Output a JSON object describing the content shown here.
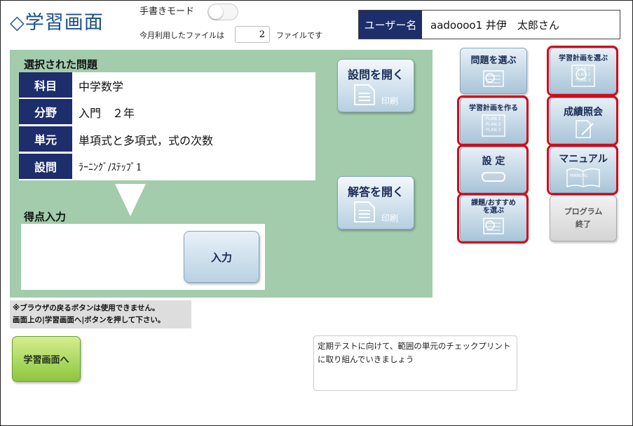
{
  "header": {
    "title": "◇学習画面",
    "handwriting_mode_label": "手書きモード",
    "files_prefix": "今月利用したファイルは",
    "files_count": "2",
    "files_suffix": "ファイルです",
    "user_label": "ユーザー名",
    "user_value": "aadoooo1 井伊　太郎さん"
  },
  "question": {
    "section_title": "選択された問題",
    "rows": [
      {
        "key": "科目",
        "value": "中学数学"
      },
      {
        "key": "分野",
        "value": "入門　２年"
      },
      {
        "key": "単元",
        "value": "単項式と多項式，式の次数"
      },
      {
        "key": "設問",
        "value": "ﾗｰﾆﾝｸﾞ/ｽﾃｯﾌﾟ1"
      }
    ],
    "open_question_label": "設問を開く",
    "open_answer_label": "解答を開く",
    "print_label": "印刷"
  },
  "score": {
    "section_title": "得点入力",
    "enter_label": "入力"
  },
  "notice": {
    "line1": "※ブラウザの戻るボタンは使用できません。",
    "line2": "画面上の|学習画面へ|ボタンを押して下さい。"
  },
  "back_button_label": "学習画面へ",
  "message": "定期テストに向けて、範囲の単元のチェックプリントに取り組んでいきましょう",
  "menu": {
    "select_problem": "問題を選ぶ",
    "select_plan": "学習計画を選ぶ",
    "make_plan": "学習計画を作る",
    "grades": "成績照会",
    "settings": "設 定",
    "manual": "マニュアル",
    "manual_icon_text": "MANUAL",
    "tasks_line1": "課題/おすすめ",
    "tasks_line2": "を選ぶ",
    "exit_line1": "プログラム",
    "exit_line2": "終了",
    "plan_lines": [
      "PLAN 1",
      "PLAN 2",
      "PLAN 3"
    ]
  },
  "colors": {
    "navy": "#1e2d6b",
    "green_panel": "#a2ccab",
    "highlight_red": "#d20a1a",
    "back_green": "#8dc63f"
  }
}
